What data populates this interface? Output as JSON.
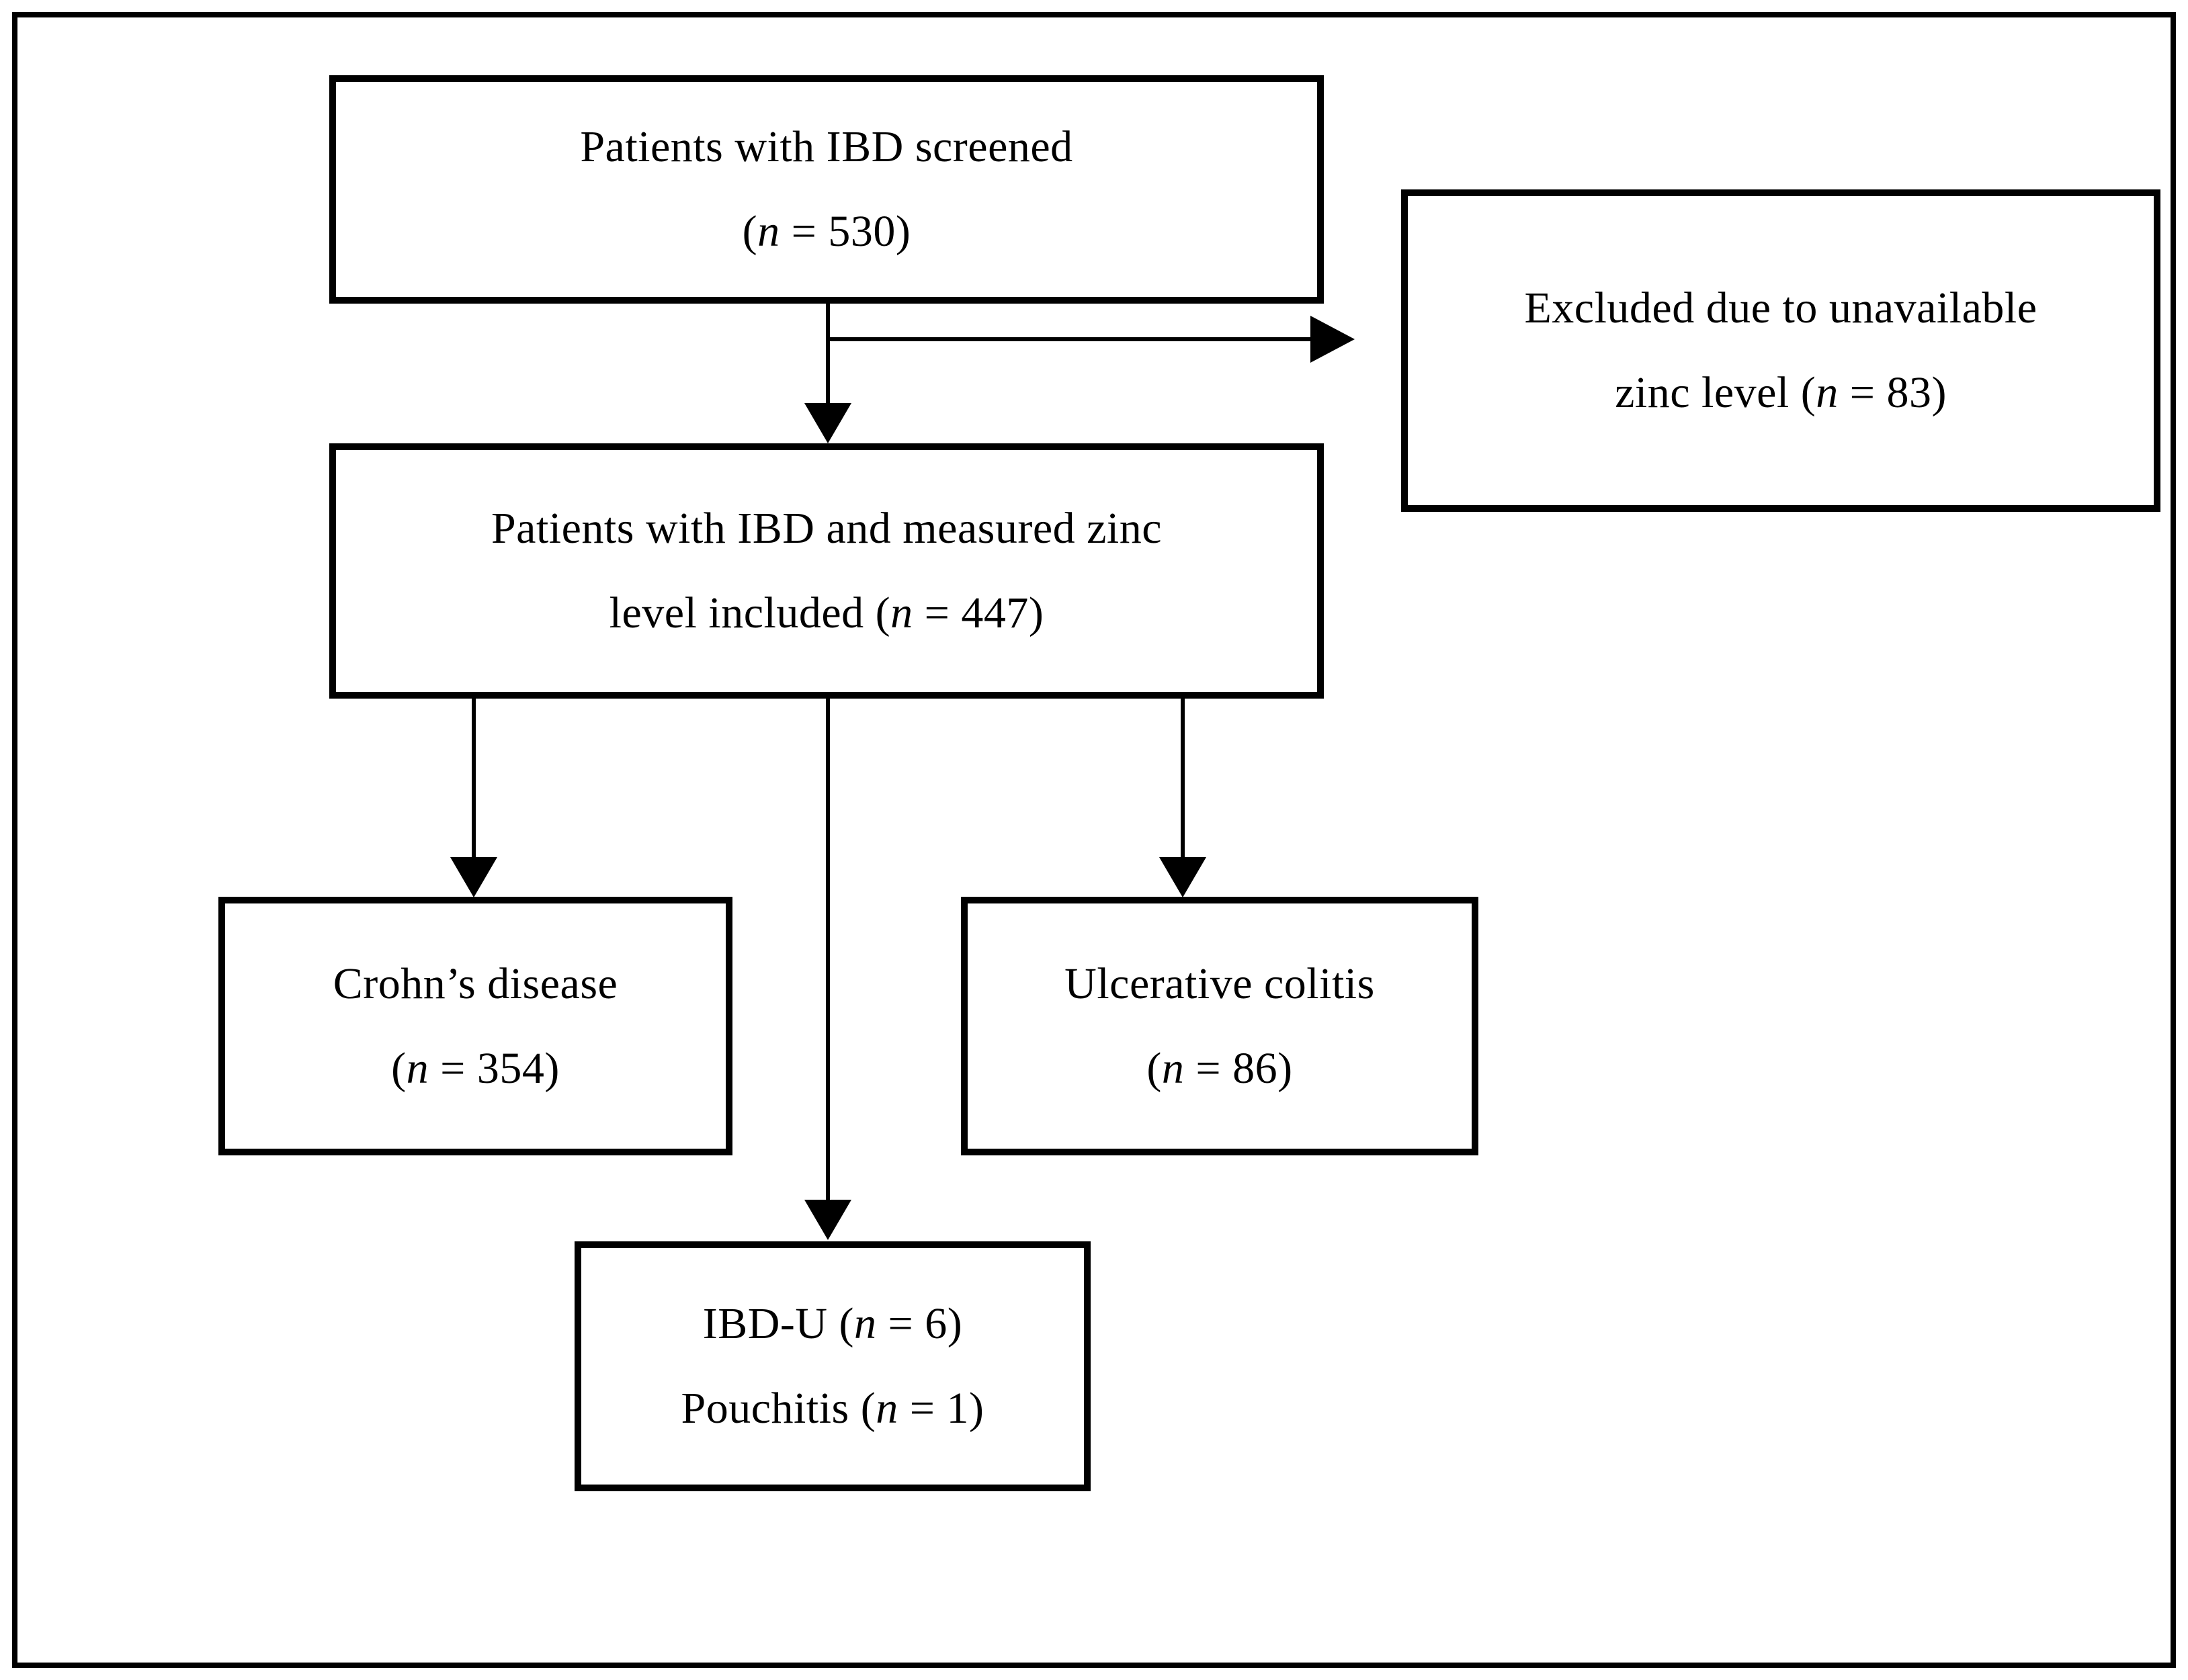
{
  "figure": {
    "background_color": "#ffffff",
    "line_color": "#000000"
  },
  "boxes": {
    "screened": {
      "lines": [
        {
          "pre": "Patients with IBD screened"
        },
        {
          "pre": "(",
          "n": "n",
          "post": " = 530)"
        }
      ]
    },
    "excluded": {
      "lines": [
        {
          "pre": "Excluded due to unavailable"
        },
        {
          "pre": "zinc level (",
          "n": "n",
          "post": " = 83)"
        }
      ]
    },
    "included": {
      "lines": [
        {
          "pre": "Patients with IBD and measured zinc"
        },
        {
          "pre": "level included (",
          "n": "n",
          "post": " = 447)"
        }
      ]
    },
    "crohn": {
      "lines": [
        {
          "pre": "Crohn’s disease"
        },
        {
          "pre": "(",
          "n": "n",
          "post": " = 354)"
        }
      ]
    },
    "uc": {
      "lines": [
        {
          "pre": "Ulcerative colitis"
        },
        {
          "pre": "(",
          "n": "n",
          "post": " = 86)"
        }
      ]
    },
    "ibdu": {
      "lines": [
        {
          "pre": "IBD-U (",
          "n": "n",
          "post": " = 6)"
        },
        {
          "pre": "Pouchitis (",
          "n": "n",
          "post": " = 1)"
        }
      ]
    }
  }
}
